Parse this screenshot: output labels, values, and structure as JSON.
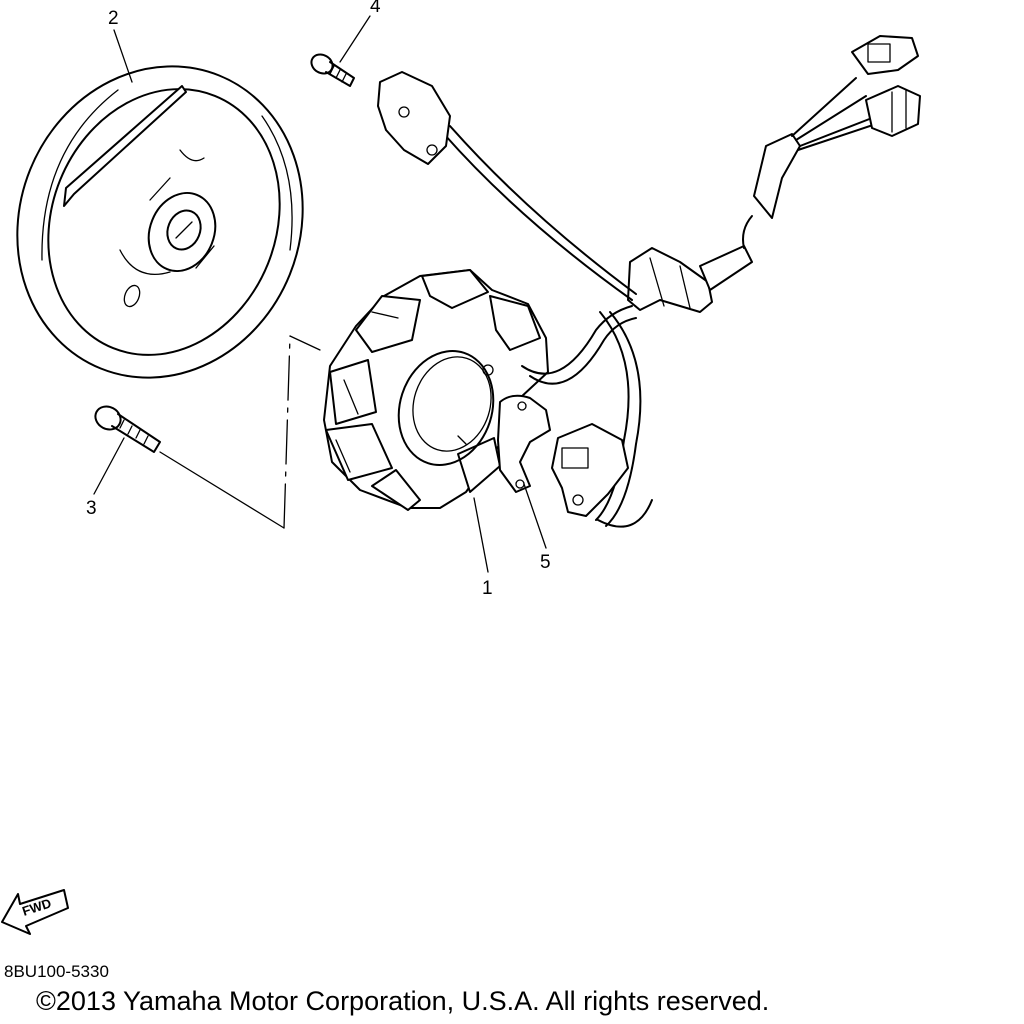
{
  "diagram": {
    "callouts": {
      "part_1": "1",
      "part_2": "2",
      "part_3": "3",
      "part_4": "4",
      "part_5": "5"
    },
    "fwd_label": "FWD"
  },
  "footer": {
    "reference_code": "8BU100-5330",
    "copyright": "©2013 Yamaha Motor Corporation, U.S.A. All rights reserved."
  }
}
